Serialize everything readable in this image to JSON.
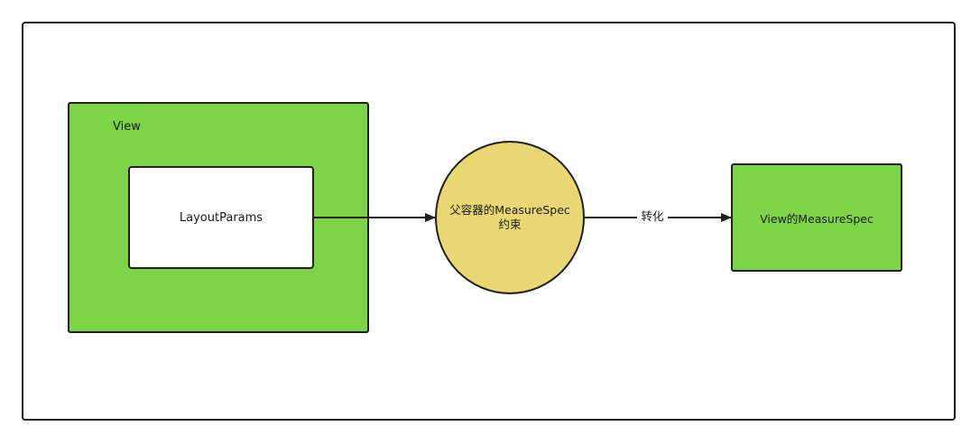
{
  "diagram": {
    "nodes": {
      "view": {
        "label": "View",
        "color": "#7dd446"
      },
      "layout_params": {
        "label": "LayoutParams",
        "color": "#ffffff"
      },
      "parent_spec": {
        "line1": "父容器的MeasureSpec",
        "line2": "约束",
        "color": "#e9d774"
      },
      "view_spec": {
        "label": "View的MeasureSpec",
        "color": "#7dd446"
      }
    },
    "edges": [
      {
        "from": "layout_params",
        "to": "parent_spec",
        "label": ""
      },
      {
        "from": "parent_spec",
        "to": "view_spec",
        "label": "转化"
      }
    ]
  }
}
